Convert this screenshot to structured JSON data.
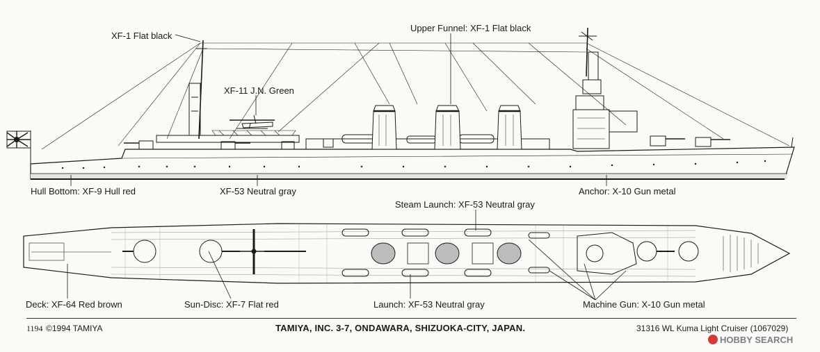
{
  "labels": {
    "flat_black_mast": "XF-1 Flat black",
    "upper_funnel": "Upper Funnel: XF-1 Flat black",
    "jn_green": "XF-11 J.N. Green",
    "hull_bottom": "Hull Bottom: XF-9 Hull red",
    "neutral_gray": "XF-53 Neutral gray",
    "anchor": "Anchor: X-10 Gun metal",
    "steam_launch": "Steam Launch: XF-53 Neutral gray",
    "deck": "Deck: XF-64 Red brown",
    "sun_disc": "Sun-Disc: XF-7 Flat red",
    "launch": "Launch: XF-53 Neutral gray",
    "machine_gun": "Machine Gun: X-10 Gun metal"
  },
  "footer": {
    "left_code": "1194",
    "copyright": "©1994 TAMIYA",
    "center": "TAMIYA, INC.  3-7, ONDAWARA, SHIZUOKA-CITY, JAPAN.",
    "right": "31316  WL Kuma Light Cruiser (1067029)"
  },
  "watermark": "HOBBY SEARCH",
  "colors": {
    "ink": "#1a1a1a",
    "paper": "#fbfaf6",
    "hull_band": "#e4e3df",
    "red": "#c8262c"
  }
}
